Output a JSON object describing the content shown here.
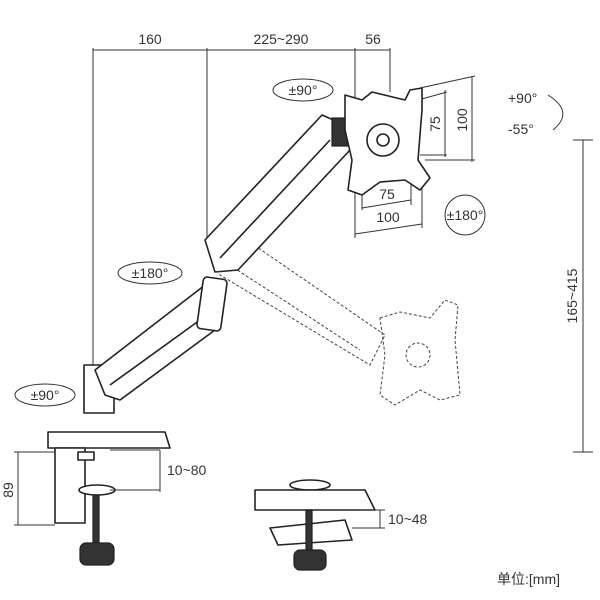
{
  "dimensions": {
    "top_arm_base": "160",
    "top_arm_reach": "225~290",
    "top_plate_offset": "56",
    "vesa_height_small": "75",
    "vesa_height_large": "100",
    "vesa_width_small": "75",
    "vesa_width_large": "100",
    "height_range": "165~415",
    "clamp_height": "89",
    "clamp_range": "10~80",
    "grommet_range": "10~48"
  },
  "rotations": {
    "head_swivel": "±90°",
    "tilt_up": "+90°",
    "tilt_down": "-55°",
    "rotation": "±180°",
    "elbow_swivel": "±180°",
    "base_swivel": "±90°"
  },
  "unit_label": "单位:[mm]"
}
